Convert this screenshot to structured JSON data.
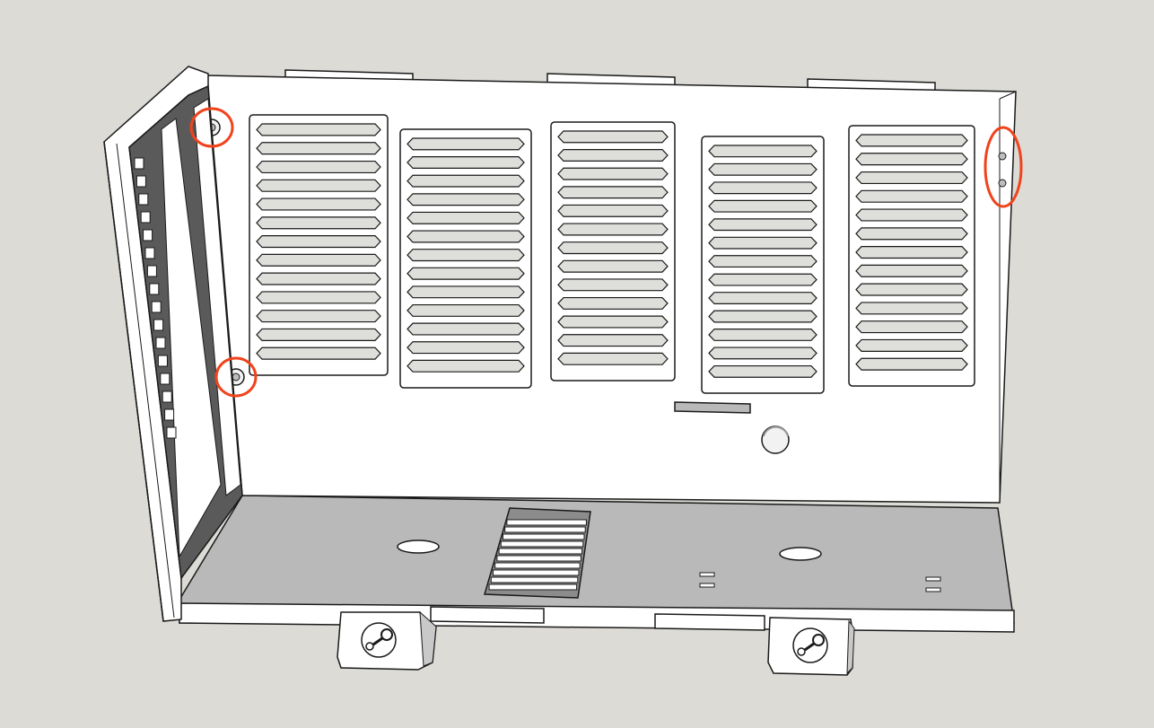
{
  "scene": {
    "background_color": "#dcdbd6",
    "model_face_color": "#ffffff",
    "model_shadow_color": "#b9b9b9",
    "slot_fill_color": "#dededa",
    "edge_color": "#1a1a1a",
    "highlight_color": "#f0431c"
  },
  "panels": [
    {
      "name": "vent-panel-1",
      "slots": 13
    },
    {
      "name": "vent-panel-2",
      "slots": 13
    },
    {
      "name": "vent-panel-3",
      "slots": 13
    },
    {
      "name": "vent-panel-4",
      "slots": 13
    },
    {
      "name": "vent-panel-5",
      "slots": 13
    }
  ],
  "floor_vent": {
    "slots": 10
  },
  "highlights": [
    {
      "name": "highlight-top-left-hole"
    },
    {
      "name": "highlight-mid-left-hole"
    },
    {
      "name": "highlight-right-slot-holes"
    }
  ],
  "mount_tabs": [
    {
      "name": "mount-tab-left",
      "icon": "steam-logo-icon"
    },
    {
      "name": "mount-tab-right",
      "icon": "steam-logo-icon"
    }
  ]
}
